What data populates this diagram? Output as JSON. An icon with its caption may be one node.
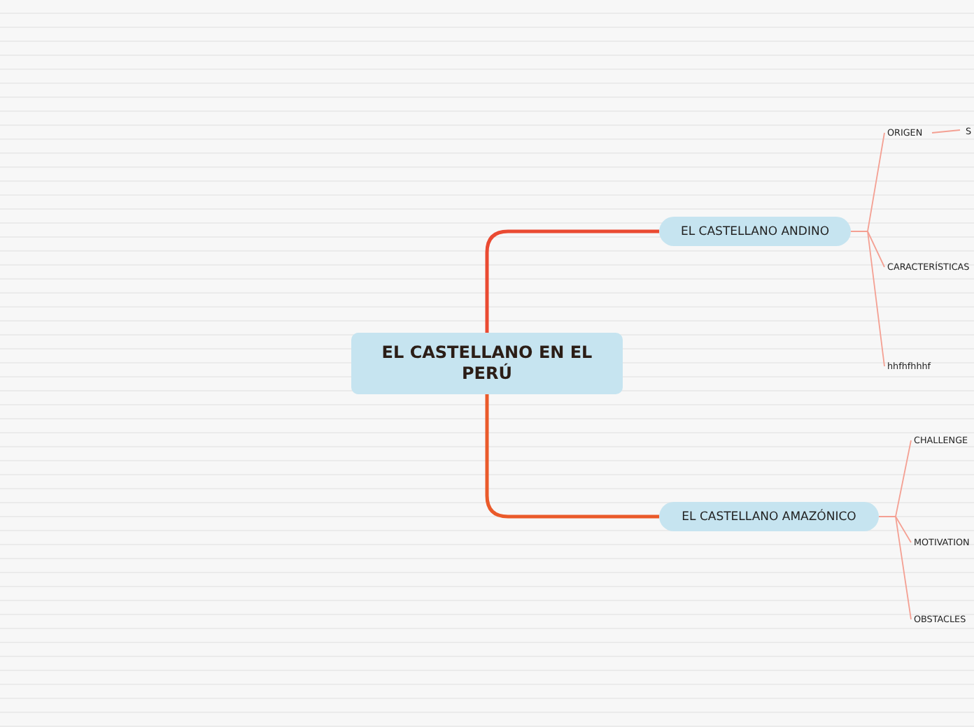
{
  "diagram": {
    "nodes": [
      {
        "text": [
          "EL CASTELLANO EN EL PERÚ"
        ]
      },
      {
        "text": [
          "EL CASTELLANO ANDINO"
        ]
      },
      {
        "text": [
          "EL CASTELLANO AMAZÓNICO"
        ]
      },
      {
        "text": [
          "ORIGEN"
        ]
      },
      {
        "text": [
          "S"
        ]
      },
      {
        "text": [
          "CARACTERÍSTICAS"
        ]
      },
      {
        "text": [
          "hhfhfhhhf"
        ]
      },
      {
        "text": [
          "CHALLENGE"
        ]
      },
      {
        "text": [
          "MOTIVATION"
        ]
      },
      {
        "text": [
          "OBSTACLES"
        ]
      }
    ],
    "edges": [
      {
        "from": 0,
        "to": 1,
        "arrow": "none",
        "style": "thick",
        "color": "#ea4a32"
      },
      {
        "from": 0,
        "to": 2,
        "arrow": "none",
        "style": "thick",
        "color": "#ea5a2a"
      },
      {
        "from": 1,
        "to": 3,
        "arrow": "none"
      },
      {
        "from": 3,
        "to": 4,
        "arrow": "none"
      },
      {
        "from": 1,
        "to": 5,
        "arrow": "none"
      },
      {
        "from": 1,
        "to": 6,
        "arrow": "none"
      },
      {
        "from": 2,
        "to": 7,
        "arrow": "none"
      },
      {
        "from": 2,
        "to": 8,
        "arrow": "none"
      },
      {
        "from": 2,
        "to": 9,
        "arrow": "none"
      }
    ]
  }
}
